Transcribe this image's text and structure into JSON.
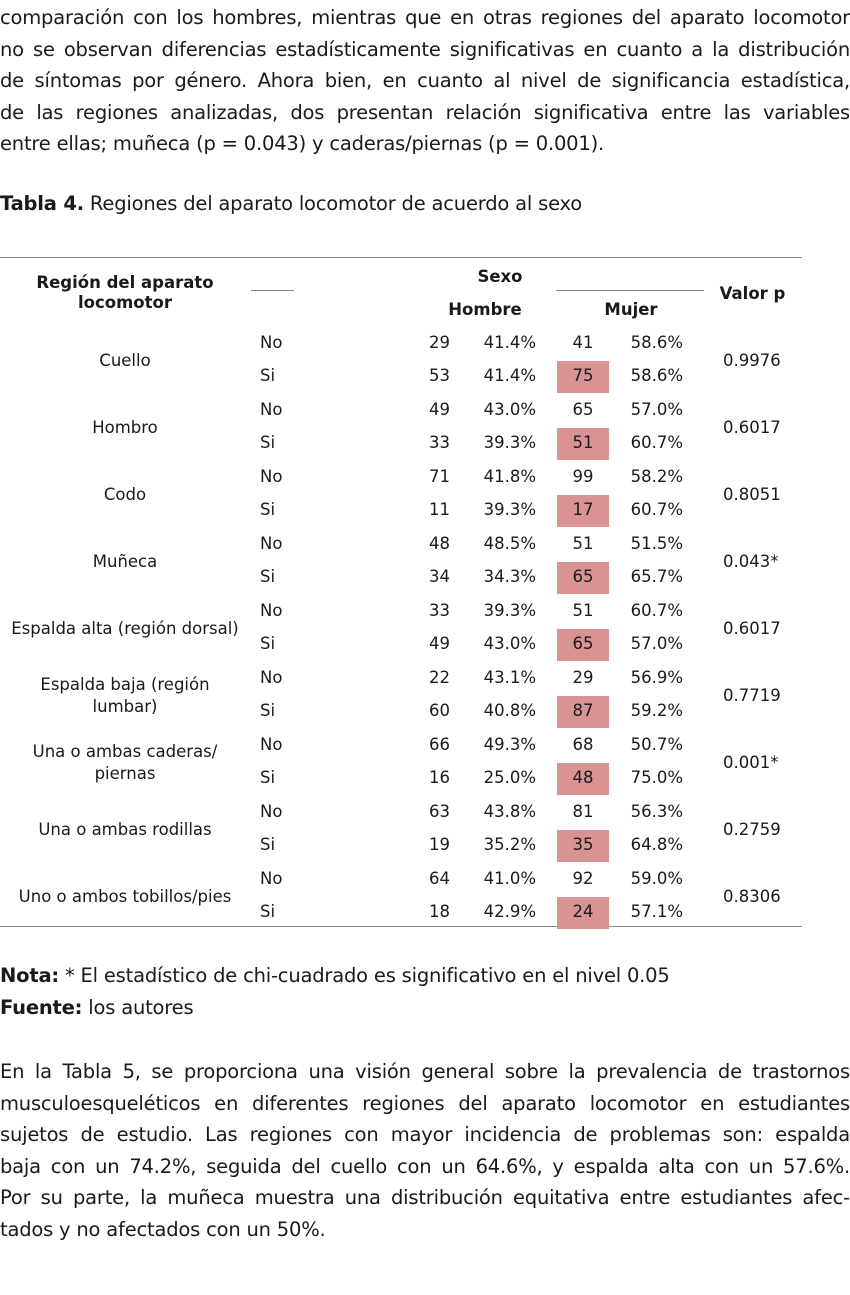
{
  "intro_lines": [
    "comparación con los hombres, mientras que en otras regiones del aparato locomotor",
    "no se observan diferencias estadísticamente significativas en cuanto a la distribución",
    "de síntomas por género. Ahora bien, en cuanto al nivel de significancia estadística,",
    "de las regiones analizadas, dos presentan relación significativa entre las variables",
    "entre ellas; muñeca (p = 0.043) y caderas/piernas (p = 0.001)."
  ],
  "table": {
    "caption_label": "Tabla 4.",
    "caption_text": " Regiones del aparato locomotor de acuerdo al sexo",
    "headers": {
      "region_line1": "Región del aparato",
      "region_line2": "locomotor",
      "sexo": "Sexo",
      "hombre": "Hombre",
      "mujer": "Mujer",
      "p": "Valor p"
    },
    "highlight_color": "#d99393",
    "rows": [
      {
        "region": [
          "Cuello"
        ],
        "p": "0.9976",
        "no": {
          "label": "No",
          "h_n": "29",
          "h_pct": "41.4%",
          "m_n": "41",
          "m_pct": "58.6%"
        },
        "si": {
          "label": "Si",
          "h_n": "53",
          "h_pct": "41.4%",
          "m_n": "75",
          "m_pct": "58.6%"
        }
      },
      {
        "region": [
          "Hombro"
        ],
        "p": "0.6017",
        "no": {
          "label": "No",
          "h_n": "49",
          "h_pct": "43.0%",
          "m_n": "65",
          "m_pct": "57.0%"
        },
        "si": {
          "label": "Si",
          "h_n": "33",
          "h_pct": "39.3%",
          "m_n": "51",
          "m_pct": "60.7%"
        }
      },
      {
        "region": [
          "Codo"
        ],
        "p": "0.8051",
        "no": {
          "label": "No",
          "h_n": "71",
          "h_pct": "41.8%",
          "m_n": "99",
          "m_pct": "58.2%"
        },
        "si": {
          "label": "Si",
          "h_n": "11",
          "h_pct": "39.3%",
          "m_n": "17",
          "m_pct": "60.7%"
        }
      },
      {
        "region": [
          "Muñeca"
        ],
        "p": "0.043*",
        "no": {
          "label": "No",
          "h_n": "48",
          "h_pct": "48.5%",
          "m_n": "51",
          "m_pct": "51.5%"
        },
        "si": {
          "label": "Si",
          "h_n": "34",
          "h_pct": "34.3%",
          "m_n": "65",
          "m_pct": "65.7%"
        }
      },
      {
        "region": [
          "Espalda alta (región dorsal)"
        ],
        "p": "0.6017",
        "no": {
          "label": "No",
          "h_n": "33",
          "h_pct": "39.3%",
          "m_n": "51",
          "m_pct": "60.7%"
        },
        "si": {
          "label": "Si",
          "h_n": "49",
          "h_pct": "43.0%",
          "m_n": "65",
          "m_pct": "57.0%"
        }
      },
      {
        "region": [
          "Espalda baja (región",
          "lumbar)"
        ],
        "p": "0.7719",
        "no": {
          "label": "No",
          "h_n": "22",
          "h_pct": "43.1%",
          "m_n": "29",
          "m_pct": "56.9%"
        },
        "si": {
          "label": "Si",
          "h_n": "60",
          "h_pct": "40.8%",
          "m_n": "87",
          "m_pct": "59.2%"
        }
      },
      {
        "region": [
          "Una o ambas caderas/",
          "piernas"
        ],
        "p": "0.001*",
        "no": {
          "label": "No",
          "h_n": "66",
          "h_pct": "49.3%",
          "m_n": "68",
          "m_pct": "50.7%"
        },
        "si": {
          "label": "Si",
          "h_n": "16",
          "h_pct": "25.0%",
          "m_n": "48",
          "m_pct": "75.0%"
        }
      },
      {
        "region": [
          "Una o ambas rodillas"
        ],
        "p": "0.2759",
        "no": {
          "label": "No",
          "h_n": "63",
          "h_pct": "43.8%",
          "m_n": "81",
          "m_pct": "56.3%"
        },
        "si": {
          "label": "Si",
          "h_n": "19",
          "h_pct": "35.2%",
          "m_n": "35",
          "m_pct": "64.8%"
        }
      },
      {
        "region": [
          "Uno o ambos tobillos/pies"
        ],
        "p": "0.8306",
        "no": {
          "label": "No",
          "h_n": "64",
          "h_pct": "41.0%",
          "m_n": "92",
          "m_pct": "59.0%"
        },
        "si": {
          "label": "Si",
          "h_n": "18",
          "h_pct": "42.9%",
          "m_n": "24",
          "m_pct": "57.1%"
        }
      }
    ]
  },
  "notes": {
    "nota_label": "Nota:",
    "nota_text": " * El estadístico de chi-cuadrado es significativo en el nivel 0.05",
    "fuente_label": "Fuente:",
    "fuente_text": " los autores"
  },
  "outro_lines": [
    "En la Tabla 5, se proporciona una visión general sobre la prevalencia de trastornos",
    "musculoesqueléticos en diferentes regiones del aparato locomotor en estudiantes",
    "sujetos de estudio. Las regiones con mayor incidencia de problemas son: espalda",
    "baja con un 74.2%, seguida del cuello con un 64.6%, y espalda alta con un 57.6%.",
    "Por su parte, la muñeca muestra una distribución equitativa entre estudiantes afec-",
    "tados y no afectados con un 50%."
  ]
}
